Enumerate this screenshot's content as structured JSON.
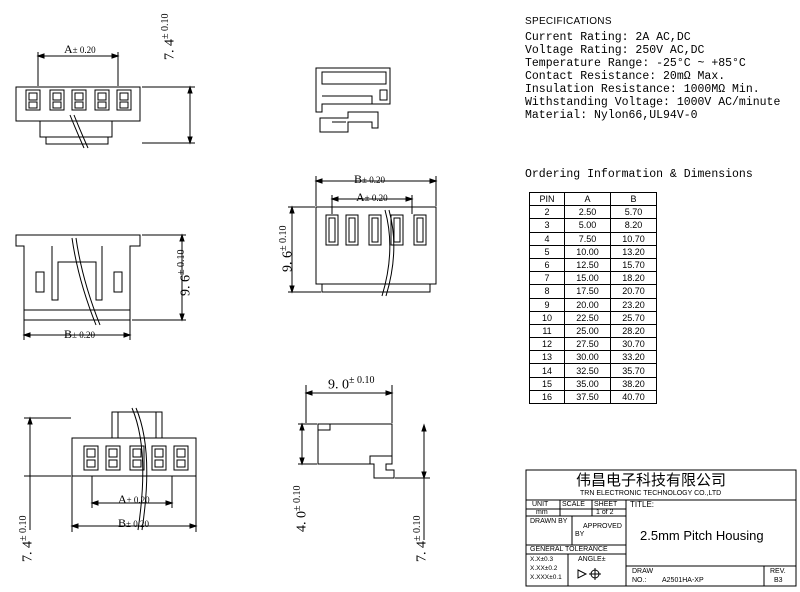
{
  "specifications": {
    "heading": "SPECIFICATIONS",
    "lines": [
      "Current Rating: 2A AC,DC",
      "Voltage Rating: 250V AC,DC",
      "Temperature Range: -25°C ~ +85°C",
      "Contact Resistance: 20mΩ Max.",
      "Insulation Resistance: 1000MΩ Min.",
      "Withstanding Voltage: 1000V AC/minute",
      "Material: Nylon66,UL94V-0"
    ]
  },
  "ordering": {
    "heading": "Ordering Information & Dimensions",
    "columns": [
      "PIN",
      "A",
      "B"
    ],
    "rows": [
      [
        "2",
        "2.50",
        "5.70"
      ],
      [
        "3",
        "5.00",
        "8.20"
      ],
      [
        "4",
        "7.50",
        "10.70"
      ],
      [
        "5",
        "10.00",
        "13.20"
      ],
      [
        "6",
        "12.50",
        "15.70"
      ],
      [
        "7",
        "15.00",
        "18.20"
      ],
      [
        "8",
        "17.50",
        "20.70"
      ],
      [
        "9",
        "20.00",
        "23.20"
      ],
      [
        "10",
        "22.50",
        "25.70"
      ],
      [
        "11",
        "25.00",
        "28.20"
      ],
      [
        "12",
        "27.50",
        "30.70"
      ],
      [
        "13",
        "30.00",
        "33.20"
      ],
      [
        "14",
        "32.50",
        "35.70"
      ],
      [
        "15",
        "35.00",
        "38.20"
      ],
      [
        "16",
        "37.50",
        "40.70"
      ]
    ]
  },
  "dimensions": {
    "a_label": "A",
    "b_label": "B",
    "tol_020": "± 0.20",
    "tol_010": "± 0.10",
    "height_74": "7. 4",
    "height_96": "9. 6",
    "height_40": "4. 0",
    "width_90": "9. 0"
  },
  "title_block": {
    "company_cn": "伟昌电子科技有限公司",
    "company_en": "TRN ELECTRONIC TECHNOLOGY CO.,LTD",
    "unit_label": "UNIT",
    "unit_value": "mm",
    "scale_label": "SCALE",
    "sheet_label": "SHEET",
    "sheet_value": "1 of 2",
    "title_label": "TITLE:",
    "title_value": "2.5mm Pitch Housing",
    "drawn_by": "DRAWN BY",
    "approved_by_1": "APPROVED",
    "approved_by_2": "BY",
    "general_tol": "GENERAL TOLERANCE",
    "tol_1": "X.X±0.3",
    "tol_2": "X.XX±0.2",
    "tol_3": "X.XXX±0.1",
    "angle": "ANGLE±",
    "draw_label": "DRAW",
    "no_label": "NO.:",
    "draw_no": "A2501HA-XP",
    "rev_label": "REV.",
    "rev_value": "B3"
  }
}
